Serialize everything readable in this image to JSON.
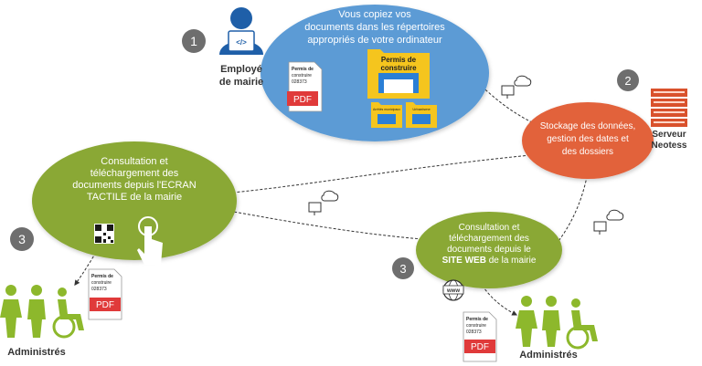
{
  "colors": {
    "blue_ellipse": "#5b9bd5",
    "orange_ellipse": "#e2623b",
    "green_ellipse": "#8aa835",
    "step_badge": "#6e6e6e",
    "people_green": "#8db82c",
    "pdf_red": "#e03a3a",
    "server_red": "#d9512c",
    "person_blue": "#1f5fa8",
    "folder_yellow": "#f5c51e"
  },
  "steps": {
    "one": "1",
    "two": "2",
    "three_left": "3",
    "three_right": "3"
  },
  "employee": {
    "line1": "Employé",
    "line2": "de mairie"
  },
  "server": {
    "line1": "Serveur",
    "line2": "Neotess"
  },
  "blue_bubble": {
    "line1": "Vous copiez vos",
    "line2": "documents dans les répertoires",
    "line3": "appropriés de votre ordinateur"
  },
  "orange_bubble": {
    "line1": "Stockage des données,",
    "line2": "gestion des dates et",
    "line3": "des dossiers"
  },
  "left_bubble": {
    "line1": "Consultation et",
    "line2": "téléchargement des",
    "line3": "documents depuis l'ECRAN",
    "line4": "TACTILE de la mairie"
  },
  "right_bubble": {
    "line1": "Consultation et",
    "line2": "téléchargement des",
    "line3": "documents depuis le",
    "line4_bold": "SITE WEB",
    "line4_rest": " de la mairie"
  },
  "doc": {
    "line1": "Permis de",
    "line2": "construire",
    "line3": "028373",
    "pdf": "PDF"
  },
  "folders": {
    "main_line1": "Permis de",
    "main_line2": "construire",
    "small_left": "Arrêtés municipaux",
    "small_right": "Urbanisme"
  },
  "admin_left": "Administrés",
  "admin_right": "Administrés",
  "icons": [
    "person-laptop-icon",
    "server-rack-icon",
    "cloud-sync-icon",
    "qr-code-icon",
    "touch-hand-icon",
    "www-globe-icon",
    "accessibility-people-icon",
    "folder-icon",
    "pdf-document-icon"
  ]
}
